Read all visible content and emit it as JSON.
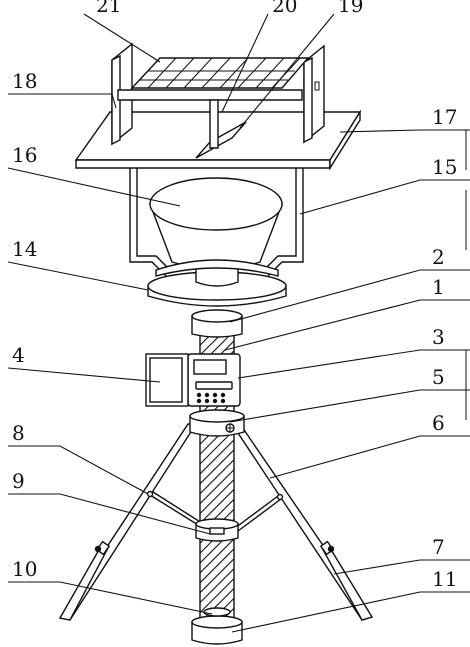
{
  "labels": {
    "l1": "1",
    "l2": "2",
    "l3": "3",
    "l4": "4",
    "l5": "5",
    "l6": "6",
    "l7": "7",
    "l8": "8",
    "l9": "9",
    "l10": "10",
    "l11": "11",
    "l14": "14",
    "l15": "15",
    "l16": "16",
    "l17": "17",
    "l18": "18",
    "l19": "19",
    "l20": "20",
    "l21": "21"
  }
}
